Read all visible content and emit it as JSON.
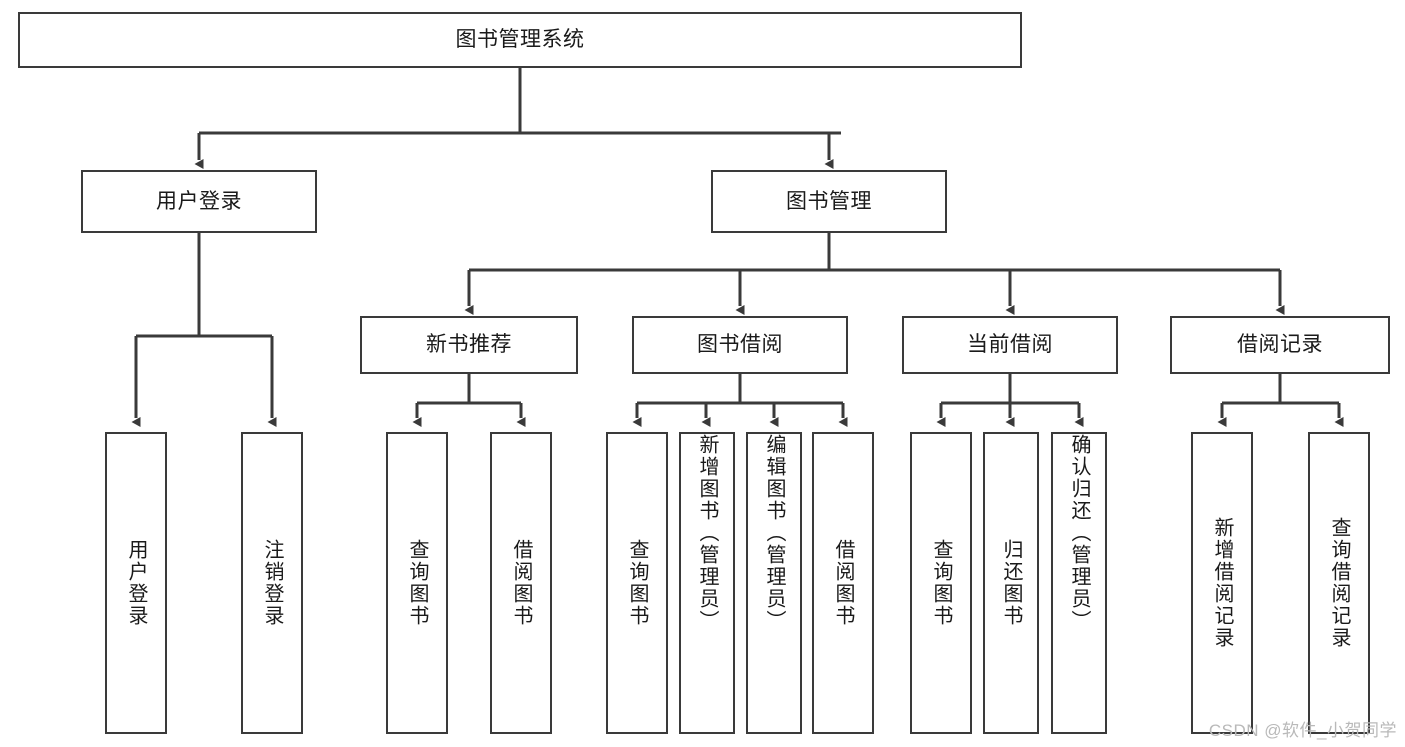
{
  "diagram": {
    "type": "tree-hierarchy",
    "title": "图书管理系统",
    "colors": {
      "background": "#ffffff",
      "node_border": "#3a3a3a",
      "node_fill": "#ffffff",
      "connector": "#3a3a3a",
      "text": "#1a1a1a",
      "watermark": "#b9b9b9"
    },
    "levels": {
      "root": {
        "label": "图书管理系统"
      },
      "level2": [
        {
          "label": "用户登录"
        },
        {
          "label": "图书管理"
        }
      ],
      "level3": [
        {
          "label": "新书推荐"
        },
        {
          "label": "图书借阅"
        },
        {
          "label": "当前借阅"
        },
        {
          "label": "借阅记录"
        }
      ],
      "leaves": [
        {
          "label": "用户登录",
          "parent": "用户登录"
        },
        {
          "label": "注销登录",
          "parent": "用户登录"
        },
        {
          "label": "查询图书",
          "parent": "新书推荐"
        },
        {
          "label": "借阅图书",
          "parent": "新书推荐"
        },
        {
          "label": "查询图书",
          "parent": "图书借阅"
        },
        {
          "label": "新增图书（管理员）",
          "parent": "图书借阅"
        },
        {
          "label": "编辑图书（管理员）",
          "parent": "图书借阅"
        },
        {
          "label": "借阅图书",
          "parent": "图书借阅"
        },
        {
          "label": "查询图书",
          "parent": "当前借阅"
        },
        {
          "label": "归还图书",
          "parent": "当前借阅"
        },
        {
          "label": "确认归还（管理员）",
          "parent": "当前借阅"
        },
        {
          "label": "新增借阅记录",
          "parent": "借阅记录"
        },
        {
          "label": "查询借阅记录",
          "parent": "借阅记录"
        }
      ]
    },
    "edges": [
      {
        "from": "图书管理系统",
        "to": "用户登录"
      },
      {
        "from": "图书管理系统",
        "to": "图书管理"
      },
      {
        "from": "图书管理",
        "to": "新书推荐"
      },
      {
        "from": "图书管理",
        "to": "图书借阅"
      },
      {
        "from": "图书管理",
        "to": "当前借阅"
      },
      {
        "from": "图书管理",
        "to": "借阅记录"
      },
      {
        "from": "用户登录",
        "to": "用户登录"
      },
      {
        "from": "用户登录",
        "to": "注销登录"
      },
      {
        "from": "新书推荐",
        "to": "查询图书"
      },
      {
        "from": "新书推荐",
        "to": "借阅图书"
      },
      {
        "from": "图书借阅",
        "to": "查询图书"
      },
      {
        "from": "图书借阅",
        "to": "新增图书（管理员）"
      },
      {
        "from": "图书借阅",
        "to": "编辑图书（管理员）"
      },
      {
        "from": "图书借阅",
        "to": "借阅图书"
      },
      {
        "from": "当前借阅",
        "to": "查询图书"
      },
      {
        "from": "当前借阅",
        "to": "归还图书"
      },
      {
        "from": "当前借阅",
        "to": "确认归还（管理员）"
      },
      {
        "from": "借阅记录",
        "to": "新增借阅记录"
      },
      {
        "from": "借阅记录",
        "to": "查询借阅记录"
      }
    ]
  },
  "watermark": "CSDN @软件_小贺同学"
}
